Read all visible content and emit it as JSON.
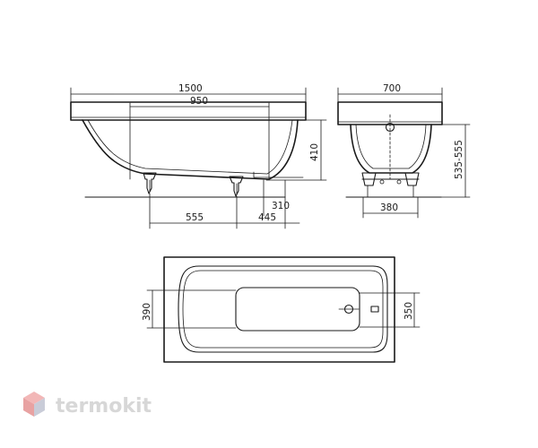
{
  "side_view": {
    "overall_length": "1500",
    "top_length": "950",
    "foot_spacing": "555",
    "drain_offset": "445",
    "drain_height": "310",
    "rim_height": "410"
  },
  "end_view": {
    "width": "700",
    "foot_width": "380",
    "total_height": "535-555"
  },
  "plan_view": {
    "outer_width": "390",
    "inner_width": "350"
  },
  "watermark": {
    "brand": "termokit"
  }
}
